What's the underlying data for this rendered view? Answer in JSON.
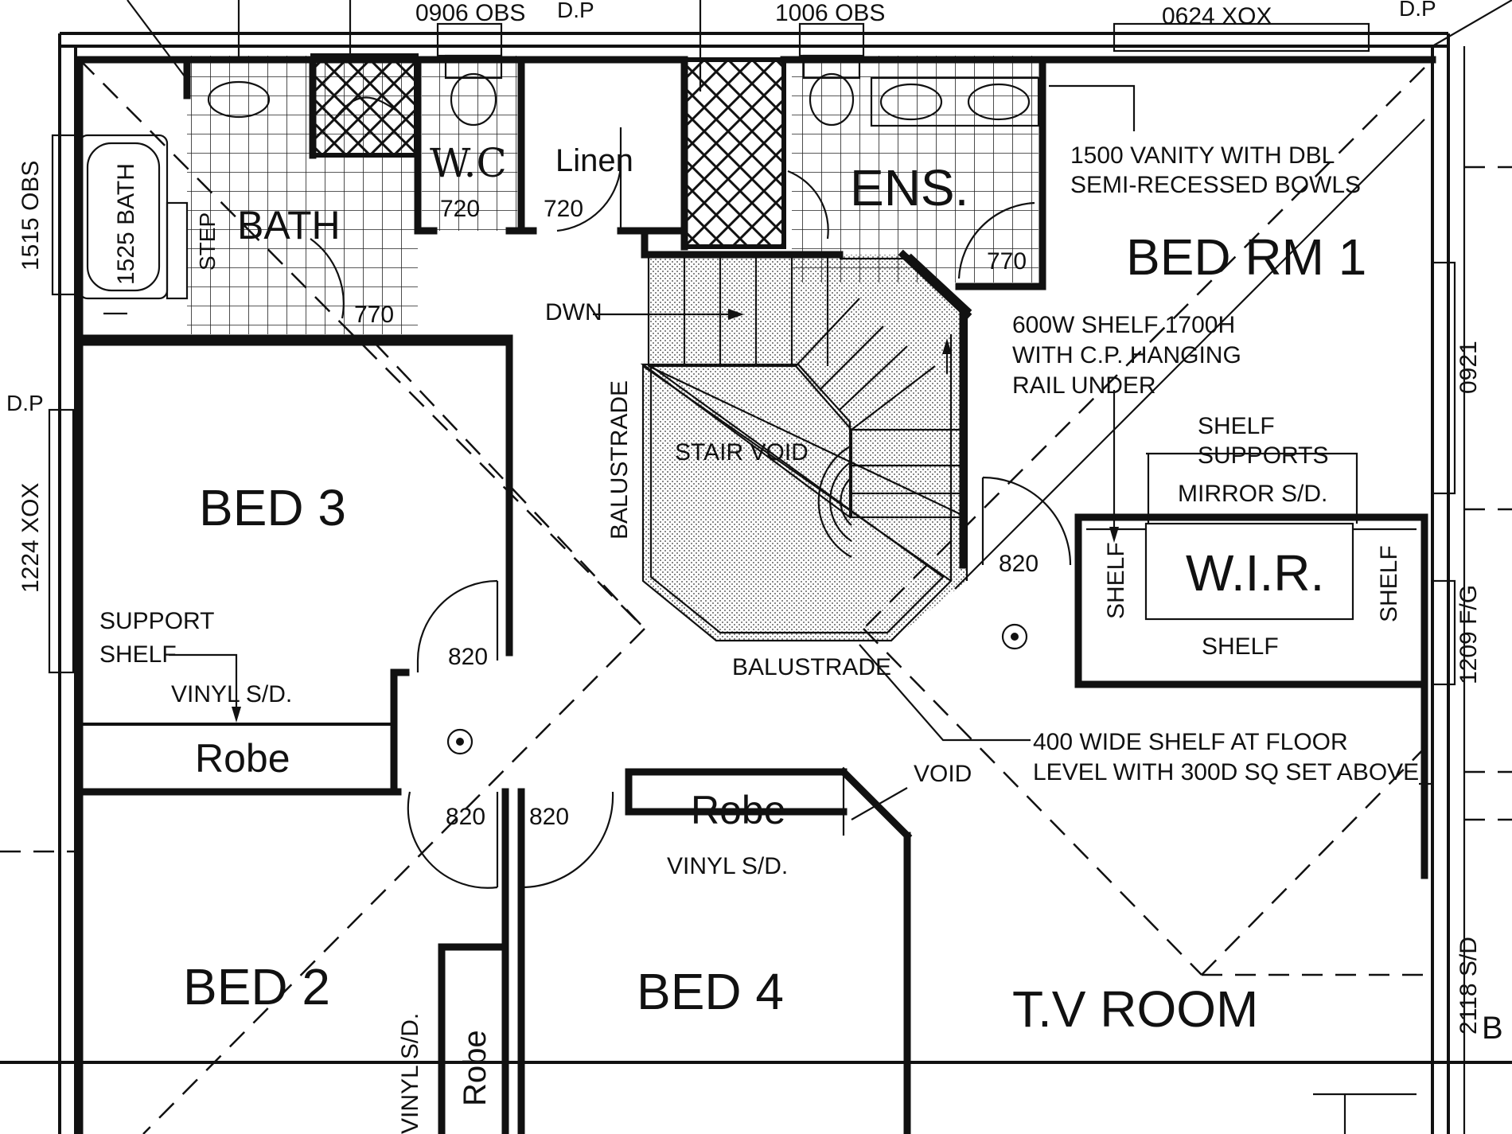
{
  "rooms": {
    "bath": "BATH",
    "bath_tub": "1525 BATH",
    "bath_step": "STEP",
    "wc": "W.C",
    "linen": "Linen",
    "ens": "ENS.",
    "bed_rm_1": "BED RM 1",
    "bed_2": "BED 2",
    "bed_3": "BED 3",
    "bed_4": "BED 4",
    "tv_room": "T.V ROOM",
    "wir": "W.I.R.",
    "robe_bed3": "Robe",
    "robe_bed4": "Robe",
    "robe_bed2": "Robe",
    "stair_void": "STAIR VOID"
  },
  "windows": {
    "w_top_left": "0906 OBS",
    "w_top_mid": "1006 OBS",
    "w_top_right": "0624 XOX",
    "w_left_top": "1515 OBS",
    "w_left_mid": "1224 XOX",
    "w_right_top": "0921",
    "w_right_mid": "1209 F/G",
    "w_right_bot": "2118 S/D",
    "dp": "D.P"
  },
  "doors": {
    "bath_door": "770",
    "wc_door": "720",
    "linen_door": "720",
    "ens_door": "770",
    "bed1_door": "820",
    "bed3_door": "820",
    "bed2_door": "820",
    "bed4_door": "820"
  },
  "notes": {
    "vanity_1": "1500 VANITY WITH DBL",
    "vanity_2": "SEMI-RECESSED BOWLS",
    "shelf_1": "600W SHELF 1700H",
    "shelf_2": "WITH C.P. HANGING",
    "shelf_3": "RAIL UNDER",
    "supports_1": "SHELF",
    "supports_2": "SUPPORTS",
    "mirror": "MIRROR S/D.",
    "wir_shelf_left": "SHELF",
    "wir_shelf_right": "SHELF",
    "wir_shelf_bottom": "SHELF",
    "dwn": "DWN",
    "balustrade_v": "BALUSTRADE",
    "balustrade_h": "BALUSTRADE",
    "support_shelf_1": "SUPPORT",
    "support_shelf_2": "SHELF",
    "vinyl_bed3": "VINYL S/D.",
    "vinyl_bed4": "VINYL S/D.",
    "vinyl_bed2": "VINYL S/D.",
    "floor_shelf_1": "400 WIDE SHELF AT FLOOR",
    "floor_shelf_2": "LEVEL WITH 300D SQ SET ABOVE",
    "void": "VOID",
    "edge_b": "B"
  }
}
